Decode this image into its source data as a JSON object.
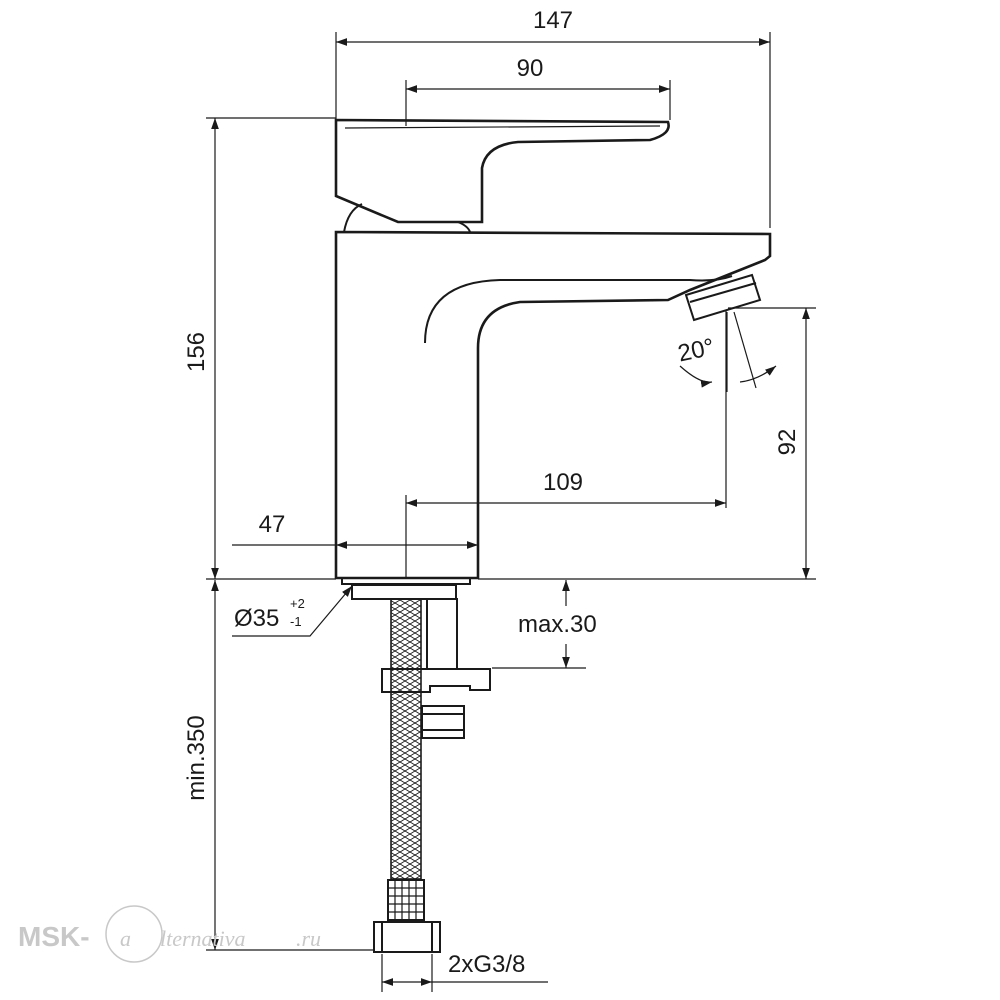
{
  "dimensions": {
    "overall_width": "147",
    "handle_length": "90",
    "total_height": "156",
    "spout_height": "92",
    "spout_reach": "109",
    "body_width": "47",
    "spray_angle": "20°",
    "base_diameter": "Ø35",
    "tolerance_plus": "+2",
    "tolerance_minus": "-1",
    "max_deck": "max.30",
    "min_hose": "min.350",
    "connection": "2xG3/8"
  },
  "watermark": {
    "brand": "MSK-",
    "script": "lternativa",
    "suffix": ".ru",
    "color": "#c8c8c8"
  },
  "colors": {
    "line": "#1a1a1a",
    "background": "#ffffff"
  }
}
